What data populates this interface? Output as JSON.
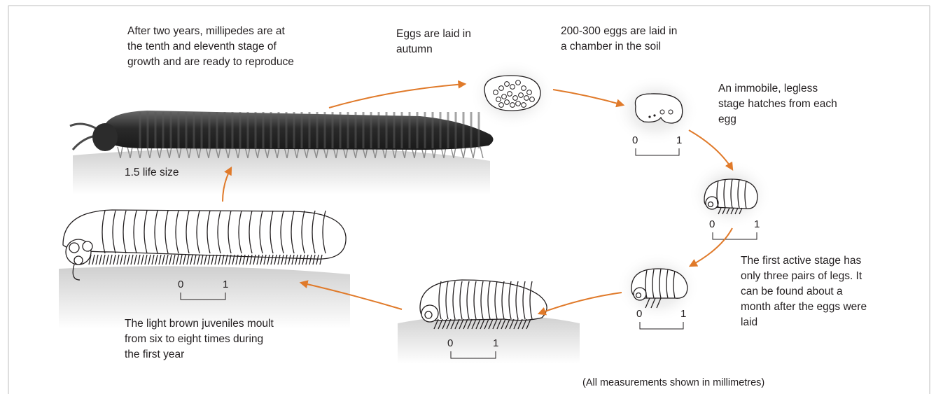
{
  "captions": {
    "adult_ready": "After two years, millipedes are at the tenth and eleventh stage of growth and are ready to reproduce",
    "eggs_laid": "Eggs are laid in autumn",
    "egg_chamber": "200-300 eggs are laid in a chamber in the soil",
    "immobile_stage": "An immobile, legless stage hatches from each egg",
    "first_active": "The first active stage has only three pairs of legs. It can be found about a month after the eggs were laid",
    "juveniles_moult": "The light brown juveniles moult from six to eight times during the first year",
    "life_size": "1.5 life size",
    "footnote": "(All measurements shown in millimetres)"
  },
  "scale_labels": {
    "start": "0",
    "end": "1"
  },
  "colors": {
    "arrow": "#e07a2a",
    "adult_body": "#2b2b2b",
    "ground": "#e6e6e6",
    "outline": "#231f20",
    "glow": "#d7d7d7"
  }
}
